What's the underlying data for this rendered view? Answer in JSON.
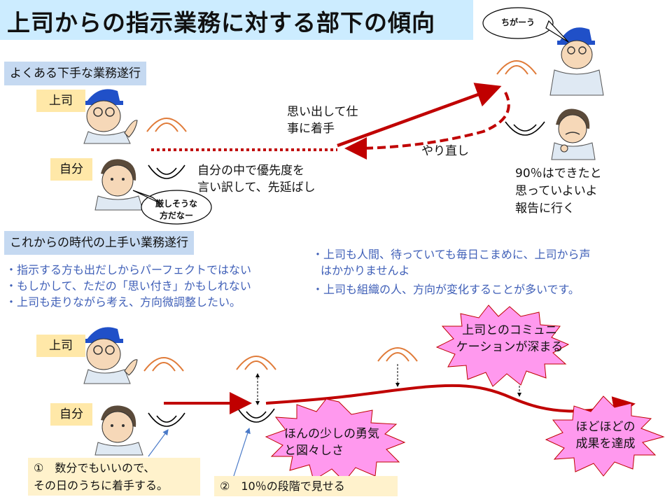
{
  "title": "上司からの指示業務に対する部下の傾向",
  "sections": {
    "bad": "よくある下手な業務遂行",
    "good": "これからの時代の上手い業務遂行"
  },
  "roles": {
    "boss": "上司",
    "self": "自分"
  },
  "bad": {
    "recall_line1": "思い出して仕",
    "recall_line2": "事に着手",
    "redo": "やり直し",
    "procrast_line1": "自分の中で優先度を",
    "procrast_line2": "言い訳して、先延ばし",
    "report_line1": "90％はできたと",
    "report_line2": "思っていよいよ",
    "report_line3": "報告に行く",
    "thought_line1": "厳しそうな",
    "thought_line2": "方だなー",
    "boss_bubble": "ちがーう"
  },
  "good": {
    "bullets_left": [
      "・指示する方も出だしからパーフェクトではない",
      "・もしかして、ただの「思い付き」かもしれない",
      "・上司も走りながら考え、方向微調整したい。"
    ],
    "bullets_right_1a": "・上司も人間、待っていても毎日こまめに、上司から声",
    "bullets_right_1b": "はかかりませんよ",
    "bullets_right_2": "・上司も組織の人、方向が変化することが多いです。",
    "comm_line1": "上司とのコミュニ",
    "comm_line2": "ケーションが深まる",
    "courage_line1": "ほんの少しの勇気",
    "courage_line2": "と図々しさ",
    "result_line1": "ほどほどの",
    "result_line2": "成果を達成",
    "step1_line1": "①　数分でもいいので、",
    "step1_line2": "その日のうちに着手する。",
    "step2": "②　10％の段階で見せる"
  },
  "colors": {
    "title_bg": "#ccecff",
    "section_bg": "#c5d9f1",
    "tag_bg": "#ffe8a8",
    "note_bg": "#fff2cc",
    "arrow": "#c00000",
    "burst": "#ff99ee",
    "blue_text": "#4060b8",
    "face_orange": "#e07b39"
  }
}
